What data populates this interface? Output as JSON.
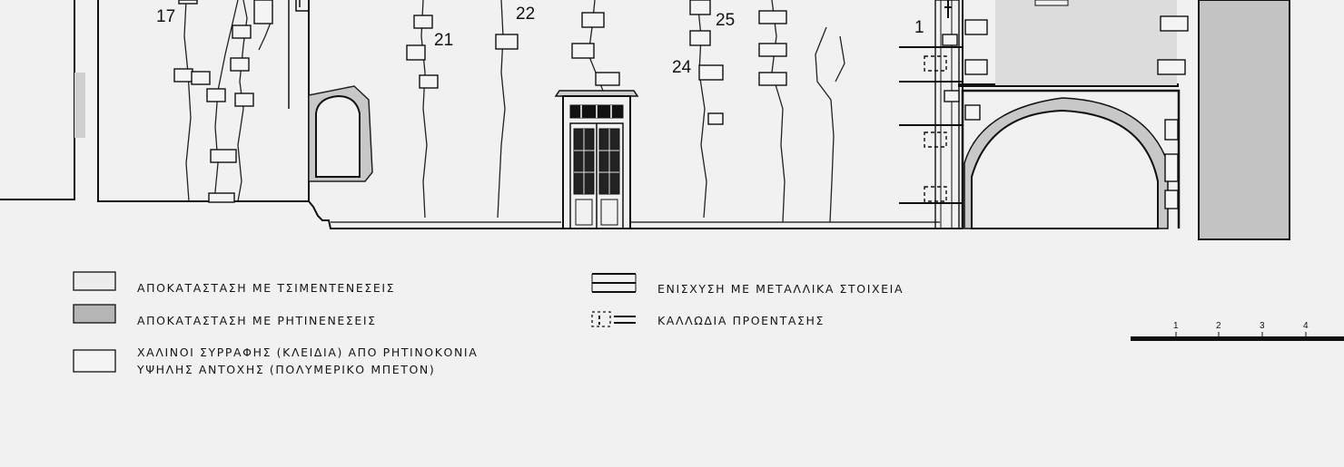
{
  "drawing": {
    "labels": [
      "17",
      "21",
      "22",
      "25",
      "24",
      "1"
    ]
  },
  "legend": {
    "cement_injection": "ΑΠΟΚΑΤΑΣΤΑΣΗ ΜΕ ΤΣΙΜΕΝΤΕΝΕΣΕΙΣ",
    "resin_injection": "ΑΠΟΚΑΤΑΣΤΑΣΗ ΜΕ ΡΗΤΙΝΕΝΕΣΕΙΣ",
    "stitch_line1": "ΧΑΛΙΝΟΙ ΣΥΡΡΑΦΗΣ (ΚΛΕΙΔΙΑ) ΑΠΟ ΡΗΤΙΝΟΚΟΝΙΑ",
    "stitch_line2": "ΥΨΗΛΗΣ ΑΝΤΟΧΗΣ (ΠΟΛΥΜΕΡΙΚΟ ΜΠΕΤΟΝ)",
    "metal_reinforcement": "ΕΝΙΣΧΥΣΗ ΜΕ ΜΕΤΑΛΛΙΚΑ ΣΤΟΙΧΕΙΑ",
    "prestress_cables": "ΚΑΛΛΩΔΙΑ ΠΡΟΕΝΤΑΣΗΣ"
  },
  "scale_bar": {
    "ticks": [
      "1",
      "2",
      "3",
      "4"
    ]
  },
  "colors": {
    "paper": "#f1f1f1",
    "resin_fill": "#b5b5b5",
    "right_pier_fill": "#c4c4c4",
    "ink": "#111111"
  }
}
